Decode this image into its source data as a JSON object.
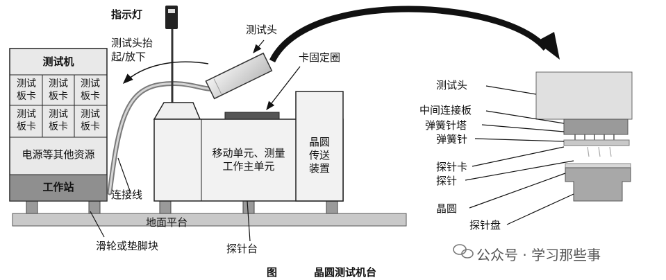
{
  "labels": {
    "indicator": "指示灯",
    "probe_head_top": "测试头",
    "probe_lift": [
      "测试头抬",
      "起/放下"
    ],
    "fixing_ring": "卡固定圈",
    "tester": "测试机",
    "board_card": [
      "测试",
      "板卡"
    ],
    "power": "电源等其他资源",
    "workstation": "工作站",
    "cable": "连接线",
    "floor": "地面平台",
    "wheels": "滑轮或垫脚块",
    "prober": "探针台",
    "move_unit": [
      "移动单元、测量",
      "工作主单元"
    ],
    "wafer_transfer": [
      "晶圆",
      "传送",
      "装置"
    ],
    "right_probe_head": "测试头",
    "interface_board": "中间连接板",
    "pogo_tower": "弹簧针塔",
    "pogo_pin": "弹簧针",
    "probe_card": "探针卡",
    "probe": "探针",
    "wafer": "晶圆",
    "chuck": "探针盘"
  },
  "caption": {
    "prefix": "图",
    "title": "晶圆测试机台"
  },
  "watermark": "公众号 · 学习那些事",
  "colors": {
    "ink": "#111111",
    "panel_gray": "#e6e6e6",
    "dark_gray": "#8a8a8a",
    "floor_gray": "#c9c9c9"
  }
}
